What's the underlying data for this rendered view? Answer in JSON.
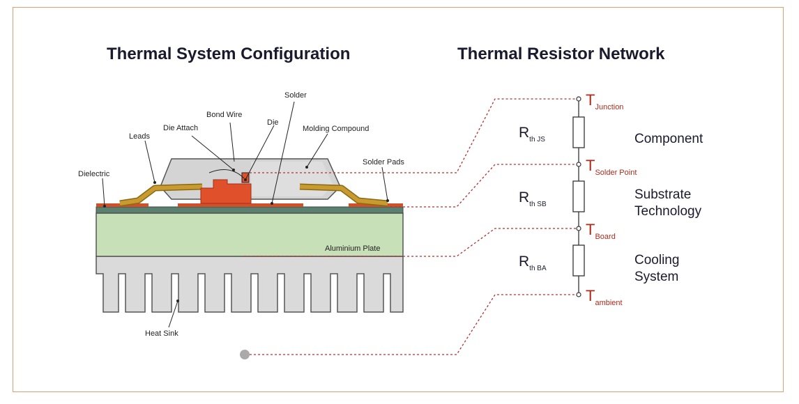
{
  "titles": {
    "left": "Thermal System Configuration",
    "right": "Thermal Resistor Network"
  },
  "labels": {
    "solder": "Solder",
    "bond_wire": "Bond Wire",
    "die": "Die",
    "die_attach": "Die Attach",
    "leads": "Leads",
    "molding_compound": "Molding Compound",
    "solder_pads": "Solder Pads",
    "dielectric": "Dielectric",
    "aluminium_plate": "Aluminium Plate",
    "heat_sink": "Heat Sink"
  },
  "nodes": [
    {
      "main": "T",
      "sub": "Junction"
    },
    {
      "main": "T",
      "sub": "Solder Point"
    },
    {
      "main": "T",
      "sub": "Board"
    },
    {
      "main": "T",
      "sub": "ambient"
    }
  ],
  "resistors": [
    {
      "main": "R",
      "sub": "th JS"
    },
    {
      "main": "R",
      "sub": "th SB"
    },
    {
      "main": "R",
      "sub": "th BA"
    }
  ],
  "categories": {
    "component": [
      "Component"
    ],
    "substrate": [
      "Substrate",
      "Technology"
    ],
    "cooling": [
      "Cooling",
      "System"
    ]
  },
  "colors": {
    "leader_line": "#b03030",
    "die": "#e0502a",
    "molding": "#d4d4d4",
    "aluminium": "#c8e0b8",
    "dielectric": "#5a8070",
    "heat_sink": "#dadada",
    "leads": "#b8860b"
  }
}
